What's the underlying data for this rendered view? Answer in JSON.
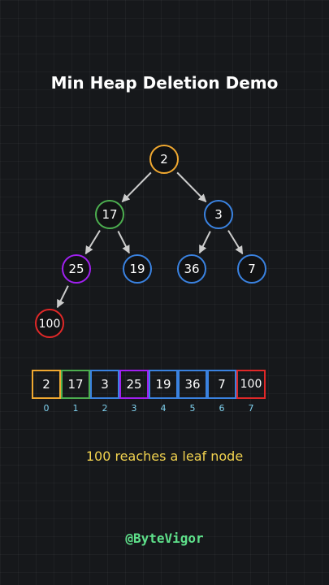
{
  "title": "Min Heap Deletion Demo",
  "colors": {
    "orange": "#f0a830",
    "green": "#4cae4f",
    "blue": "#3a82e0",
    "purple": "#a020f0",
    "red": "#e02828",
    "arrow": "#cccccc",
    "message": "#f2d34f",
    "index": "#7fd1ee",
    "handle": "#5ee08a"
  },
  "tree": {
    "nodes": [
      {
        "value": "2",
        "color": "orange"
      },
      {
        "value": "17",
        "color": "green"
      },
      {
        "value": "3",
        "color": "blue"
      },
      {
        "value": "25",
        "color": "purple"
      },
      {
        "value": "19",
        "color": "blue"
      },
      {
        "value": "36",
        "color": "blue"
      },
      {
        "value": "7",
        "color": "blue"
      },
      {
        "value": "100",
        "color": "red"
      }
    ],
    "edges": [
      [
        0,
        1
      ],
      [
        0,
        2
      ],
      [
        1,
        3
      ],
      [
        1,
        4
      ],
      [
        2,
        5
      ],
      [
        2,
        6
      ],
      [
        3,
        7
      ]
    ]
  },
  "array": {
    "cells": [
      {
        "value": "2",
        "index": "0",
        "color": "orange"
      },
      {
        "value": "17",
        "index": "1",
        "color": "green"
      },
      {
        "value": "3",
        "index": "2",
        "color": "blue"
      },
      {
        "value": "25",
        "index": "3",
        "color": "purple"
      },
      {
        "value": "19",
        "index": "4",
        "color": "blue"
      },
      {
        "value": "36",
        "index": "5",
        "color": "blue"
      },
      {
        "value": "7",
        "index": "6",
        "color": "blue"
      },
      {
        "value": "100",
        "index": "7",
        "color": "red"
      }
    ]
  },
  "message": "100 reaches a leaf node",
  "handle": "@ByteVigor"
}
